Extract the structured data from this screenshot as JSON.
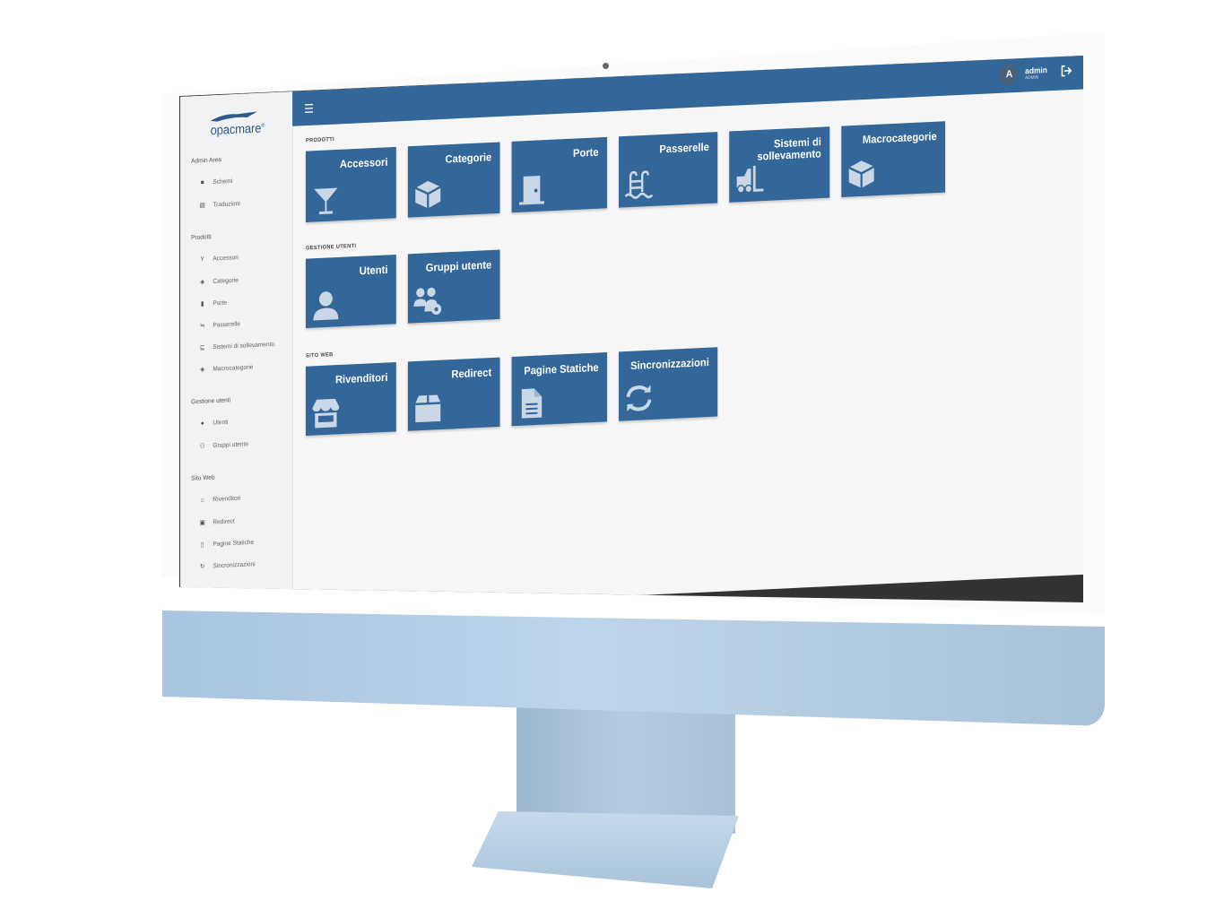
{
  "app": {
    "logo_text": "opacmare",
    "logo_mark": "®"
  },
  "topbar": {
    "menu_icon": "hamburger-icon",
    "user_initial": "A",
    "user_name": "admin",
    "user_role": "ADMIN",
    "logout_icon": "logout-icon"
  },
  "sidebar": {
    "sections": [
      {
        "title": "Admin Area",
        "items": [
          {
            "label": "Schemi",
            "icon": "briefcase-icon"
          },
          {
            "label": "Traduzioni",
            "icon": "language-icon"
          }
        ]
      },
      {
        "title": "Prodotti",
        "items": [
          {
            "label": "Accessori",
            "icon": "cocktail-icon"
          },
          {
            "label": "Categorie",
            "icon": "box-icon"
          },
          {
            "label": "Porte",
            "icon": "door-icon"
          },
          {
            "label": "Passerelle",
            "icon": "ladder-icon"
          },
          {
            "label": "Sistemi di sollevamento",
            "icon": "forklift-icon"
          },
          {
            "label": "Macrocategorie",
            "icon": "box-icon"
          }
        ]
      },
      {
        "title": "Gestione utenti",
        "items": [
          {
            "label": "Utenti",
            "icon": "user-icon"
          },
          {
            "label": "Gruppi utente",
            "icon": "users-gear-icon"
          }
        ]
      },
      {
        "title": "Sito Web",
        "items": [
          {
            "label": "Rivenditori",
            "icon": "store-icon"
          },
          {
            "label": "Redirect",
            "icon": "archive-icon"
          },
          {
            "label": "Pagine Statiche",
            "icon": "file-icon"
          },
          {
            "label": "Sincronizzazioni",
            "icon": "sync-icon"
          }
        ]
      }
    ]
  },
  "groups": [
    {
      "title": "PRODOTTI",
      "tiles": [
        {
          "label": "Accessori",
          "icon": "cocktail-icon"
        },
        {
          "label": "Categorie",
          "icon": "box-icon"
        },
        {
          "label": "Porte",
          "icon": "door-icon"
        },
        {
          "label": "Passerelle",
          "icon": "ladder-icon"
        },
        {
          "label": "Sistemi di sollevamento",
          "icon": "forklift-icon"
        },
        {
          "label": "Macrocategorie",
          "icon": "box-icon"
        }
      ]
    },
    {
      "title": "GESTIONE UTENTI",
      "tiles": [
        {
          "label": "Utenti",
          "icon": "user-icon"
        },
        {
          "label": "Gruppi utente",
          "icon": "users-gear-icon"
        }
      ]
    },
    {
      "title": "SITO WEB",
      "tiles": [
        {
          "label": "Rivenditori",
          "icon": "store-icon"
        },
        {
          "label": "Redirect",
          "icon": "archive-icon"
        },
        {
          "label": "Pagine Statiche",
          "icon": "file-icon"
        },
        {
          "label": "Sincronizzazioni",
          "icon": "sync-icon"
        }
      ]
    }
  ],
  "colors": {
    "primary": "#336699",
    "sidebar_bg": "#f1f2f4",
    "content_bg": "#f6f6f6",
    "monitor": "#b5cbe0"
  }
}
